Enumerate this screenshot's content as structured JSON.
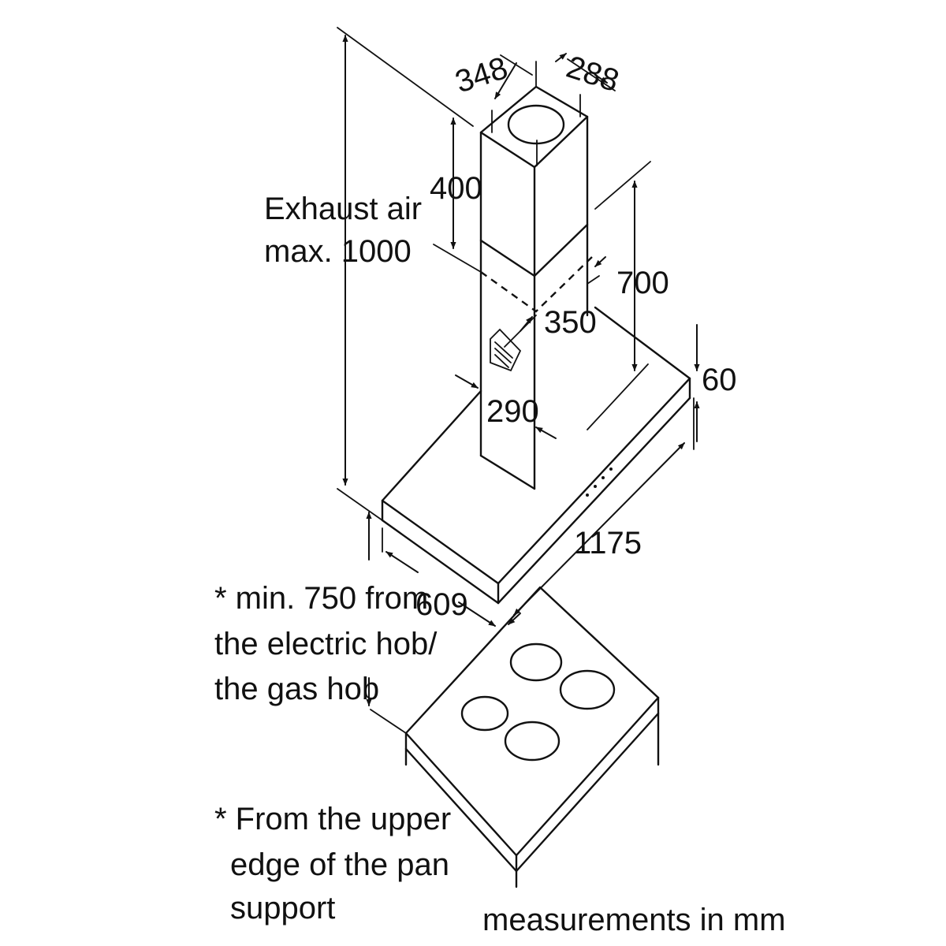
{
  "dimensions": {
    "duct_depth": "348",
    "duct_width": "288",
    "duct_upper_height": "400",
    "duct_lower_height": "700",
    "duct_lower_depth": "350",
    "duct_lower_width": "290",
    "canopy_thickness": "60",
    "canopy_width": "1175",
    "canopy_depth": "609"
  },
  "labels": {
    "exhaust_line1": "Exhaust air",
    "exhaust_line2": "max. 1000",
    "min_line1": "* min. 750 from",
    "min_line2": "the electric hob/",
    "min_line3": "the gas hob",
    "from_line1": "* From the upper",
    "from_line2": "edge of the pan",
    "from_line3": "support",
    "units": "measurements in mm"
  }
}
